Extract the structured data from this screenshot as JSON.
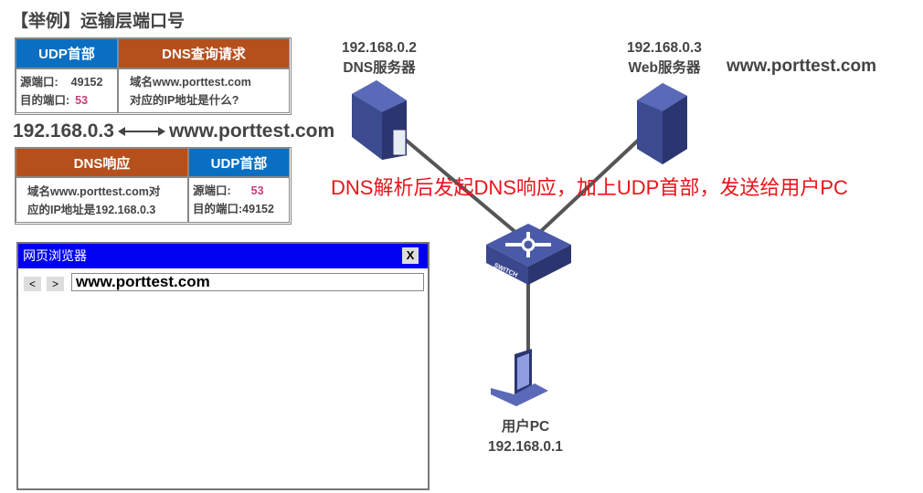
{
  "title": "【举例】运输层端口号",
  "request": {
    "udp_header": "UDP首部",
    "dns_header": "DNS查询请求",
    "src_label": "源端口:",
    "src_port": "49152",
    "dst_label": "目的端口:",
    "dst_port": "53",
    "query_line1": "域名www.porttest.com",
    "query_line2": "对应的IP地址是什么?"
  },
  "mapping": {
    "ip": "192.168.0.3",
    "domain": "www.porttest.com"
  },
  "response": {
    "dns_header": "DNS响应",
    "udp_header": "UDP首部",
    "answer_line1": "域名www.porttest.com对",
    "answer_line2": "应的IP地址是192.168.0.3",
    "src_label": "源端口:",
    "src_port": "53",
    "dst_label": "目的端口:",
    "dst_port": "49152"
  },
  "browser": {
    "title": "网页浏览器",
    "close": "X",
    "back": "<",
    "forward": ">",
    "url": "www.porttest.com"
  },
  "network": {
    "dns_server": {
      "ip": "192.168.0.2",
      "name": "DNS服务器"
    },
    "web_server": {
      "ip": "192.168.0.3",
      "name": "Web服务器",
      "domain": "www.porttest.com"
    },
    "switch": {
      "label": "SWITCH"
    },
    "pc": {
      "name": "用户PC",
      "ip": "192.168.0.1"
    },
    "annotation": "DNS解析后发起DNS响应，加上UDP首部，发送给用户PC"
  }
}
